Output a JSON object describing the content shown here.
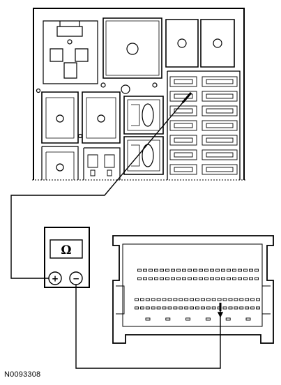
{
  "figure": {
    "id_label": "N0093308"
  },
  "meter": {
    "display_symbol": "Ω",
    "positive_label": "+",
    "negative_label": "−"
  },
  "colors": {
    "line": "#000000",
    "background": "#ffffff"
  },
  "icons": [
    "ohm-symbol",
    "plus-terminal",
    "minus-terminal",
    "probe-lead"
  ]
}
